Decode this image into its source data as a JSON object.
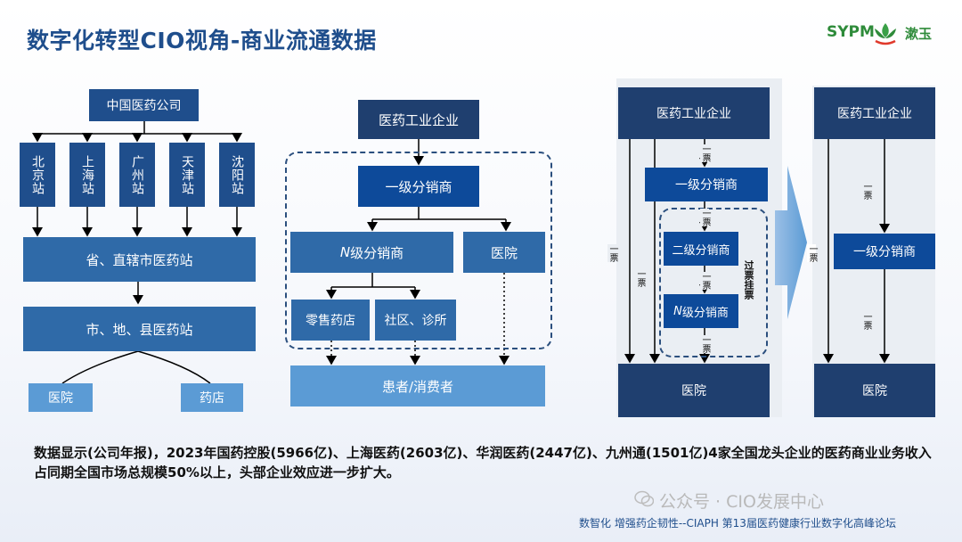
{
  "title": "数字化转型CIO视角-商业流通数据",
  "logo": {
    "en": "SYPM",
    "cn": "漱玉",
    "mark_icon": "lotus-logo-icon"
  },
  "left_diagram": {
    "root": "中国医药公司",
    "stations": [
      "北京站",
      "上海站",
      "广州站",
      "天津站",
      "沈阳站"
    ],
    "province": "省、直辖市医药站",
    "city": "市、地、县医药站",
    "leaves": [
      "医院",
      "药店"
    ]
  },
  "middle_diagram": {
    "top": "医药工业企业",
    "first": "一级分销商",
    "n_prefix": "N",
    "n_level": "级分销商",
    "hospital": "医院",
    "pharmacy": "零售药店",
    "community": "社区、诊所",
    "patient": "患者/消费者"
  },
  "right_diagram": {
    "before": {
      "top": "医药工业企业",
      "first": "一级分销商",
      "second": "二级分销商",
      "n_prefix": "N",
      "n_level": "级分销商",
      "hospital": "医院",
      "one_ticket": "一票",
      "guo_piao": "过票挂票"
    },
    "after": {
      "top": "医药工业企业",
      "first": "一级分销商",
      "hospital": "医院",
      "one_ticket": "一票"
    }
  },
  "summary": "数据显示(公司年报)，2023年国药控股(5966亿)、上海医药(2603亿)、华润医药(2447亿)、九州通(1501亿)4家全国龙头企业的医药商业业务收入占同期全国市场总规模50%以上，头部企业效应进一步扩大。",
  "watermark": "公众号 · CIO发展中心",
  "footer": "数智化 增强药企韧性--CIAPH 第13届医药健康行业数字化高峰论坛",
  "colors": {
    "title": "#1f4e8c",
    "box_dark": "#1f4e8c",
    "box_light": "#5b9bd5",
    "logo_green": "#2e8b3a"
  }
}
